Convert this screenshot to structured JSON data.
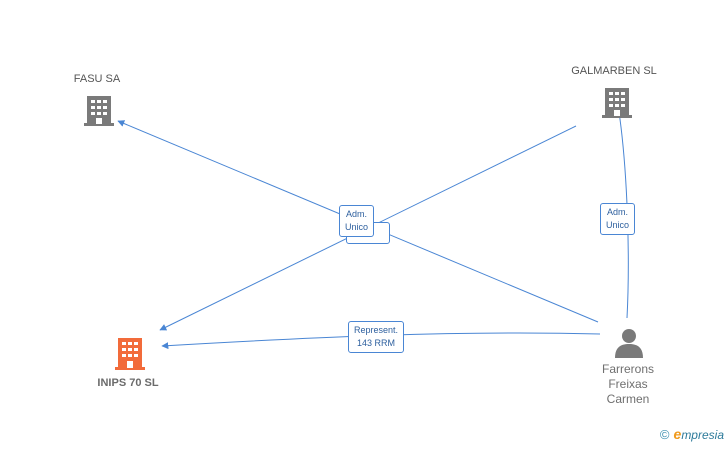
{
  "nodes": {
    "fasu": {
      "label": "FASU SA",
      "icon": "building-icon",
      "color": "#7a7a7a"
    },
    "galmarben": {
      "label": "GALMARBEN SL",
      "icon": "building-icon",
      "color": "#7a7a7a"
    },
    "inips": {
      "label": "INIPS 70 SL",
      "icon": "building-icon",
      "color": "#f26b3a"
    },
    "person": {
      "label": "Farrerons Freixas Carmen",
      "icon": "person-icon",
      "color": "#7a7a7a"
    }
  },
  "edge_labels": {
    "center_line1": "Adm.",
    "center_line2": "Unico",
    "right_line1": "Adm.",
    "right_line2": "Unico",
    "bottom_line1": "Represent.",
    "bottom_line2": "143 RRM"
  },
  "colors": {
    "edge": "#4a86d4",
    "building_gray": "#7a7a7a",
    "building_main": "#f26b3a"
  },
  "brand": {
    "copyright": "©",
    "name": "mpresia",
    "initial": "e"
  }
}
